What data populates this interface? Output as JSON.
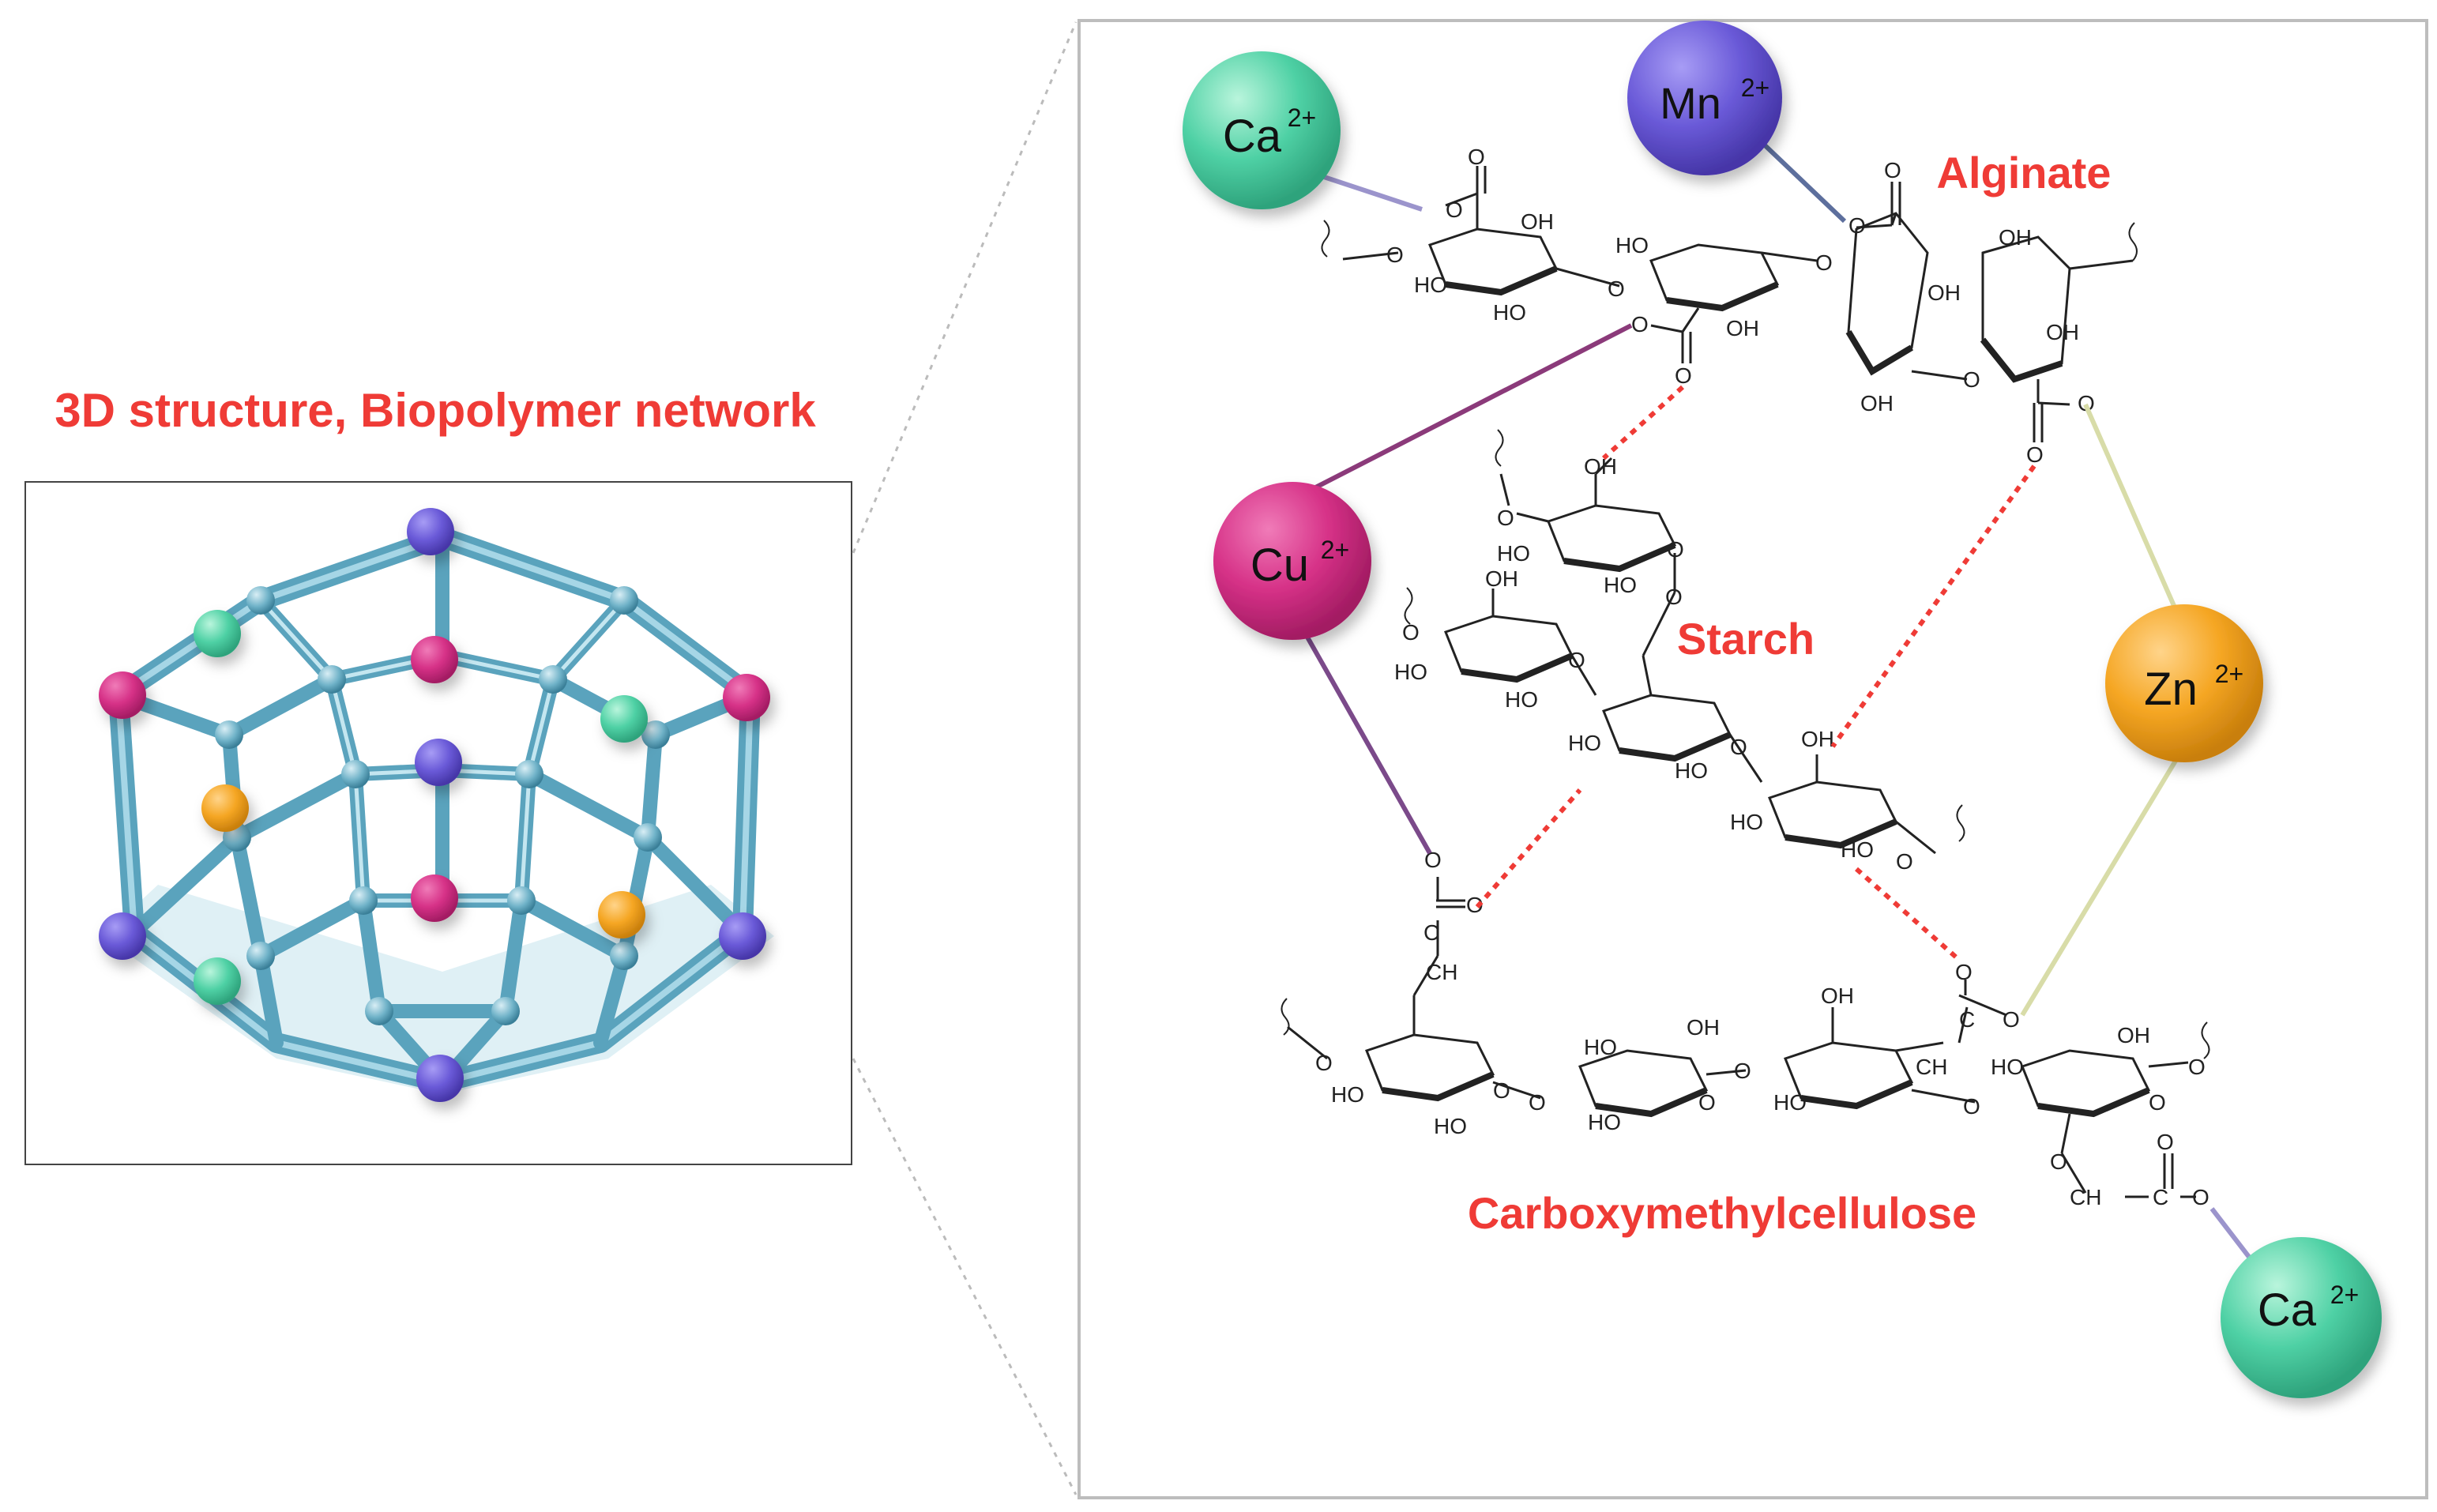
{
  "left_panel": {
    "title": "3D structure, Biopolymer network"
  },
  "ions": {
    "ca_top": {
      "symbol": "Ca",
      "charge": "2+",
      "color": "#4fd1a5"
    },
    "mn": {
      "symbol": "Mn",
      "charge": "2+",
      "color": "#6a5ad8"
    },
    "cu": {
      "symbol": "Cu",
      "charge": "2+",
      "color": "#d63187"
    },
    "zn": {
      "symbol": "Zn",
      "charge": "2+",
      "color": "#f5a623"
    },
    "ca_bottom": {
      "symbol": "Ca",
      "charge": "2+",
      "color": "#4fd1a5"
    }
  },
  "polymers": {
    "alginate": "Alginate",
    "starch": "Starch",
    "cmc": "Carboxymethylcellulose"
  },
  "colors": {
    "label_red": "#ef3b36",
    "network_blue": "#5aa3bd",
    "hbond_red": "#ef3b36"
  }
}
